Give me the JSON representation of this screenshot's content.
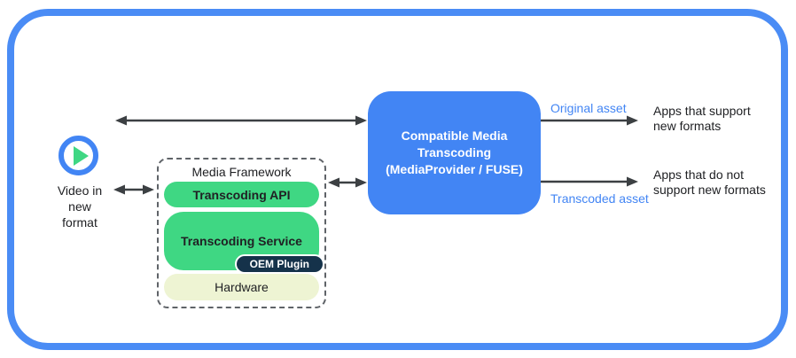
{
  "colors": {
    "frame_blue": "#4a8cf5",
    "transcoder_blue": "#4285f4",
    "layer_green": "#3fd783",
    "hardware_cream": "#eef4d3",
    "oem_navy": "#15324a",
    "asset_label_blue": "#4285f4",
    "arrow_gray": "#3c4043"
  },
  "icons": {
    "play": "play-icon"
  },
  "source": {
    "label": "Video in\nnew\nformat"
  },
  "media_framework": {
    "title": "Media Framework",
    "layers": [
      {
        "label": "Transcoding API"
      },
      {
        "label": "Transcoding Service",
        "plugin": "OEM Plugin"
      },
      {
        "label": "Hardware"
      }
    ]
  },
  "transcoder": {
    "label": "Compatible Media\nTranscoding\n(MediaProvider / FUSE)"
  },
  "outputs": {
    "original": {
      "arrow_label": "Original asset",
      "destination": "Apps that support\nnew formats"
    },
    "transcoded": {
      "arrow_label": "Transcoded asset",
      "destination": "Apps that do not\nsupport new formats"
    }
  }
}
